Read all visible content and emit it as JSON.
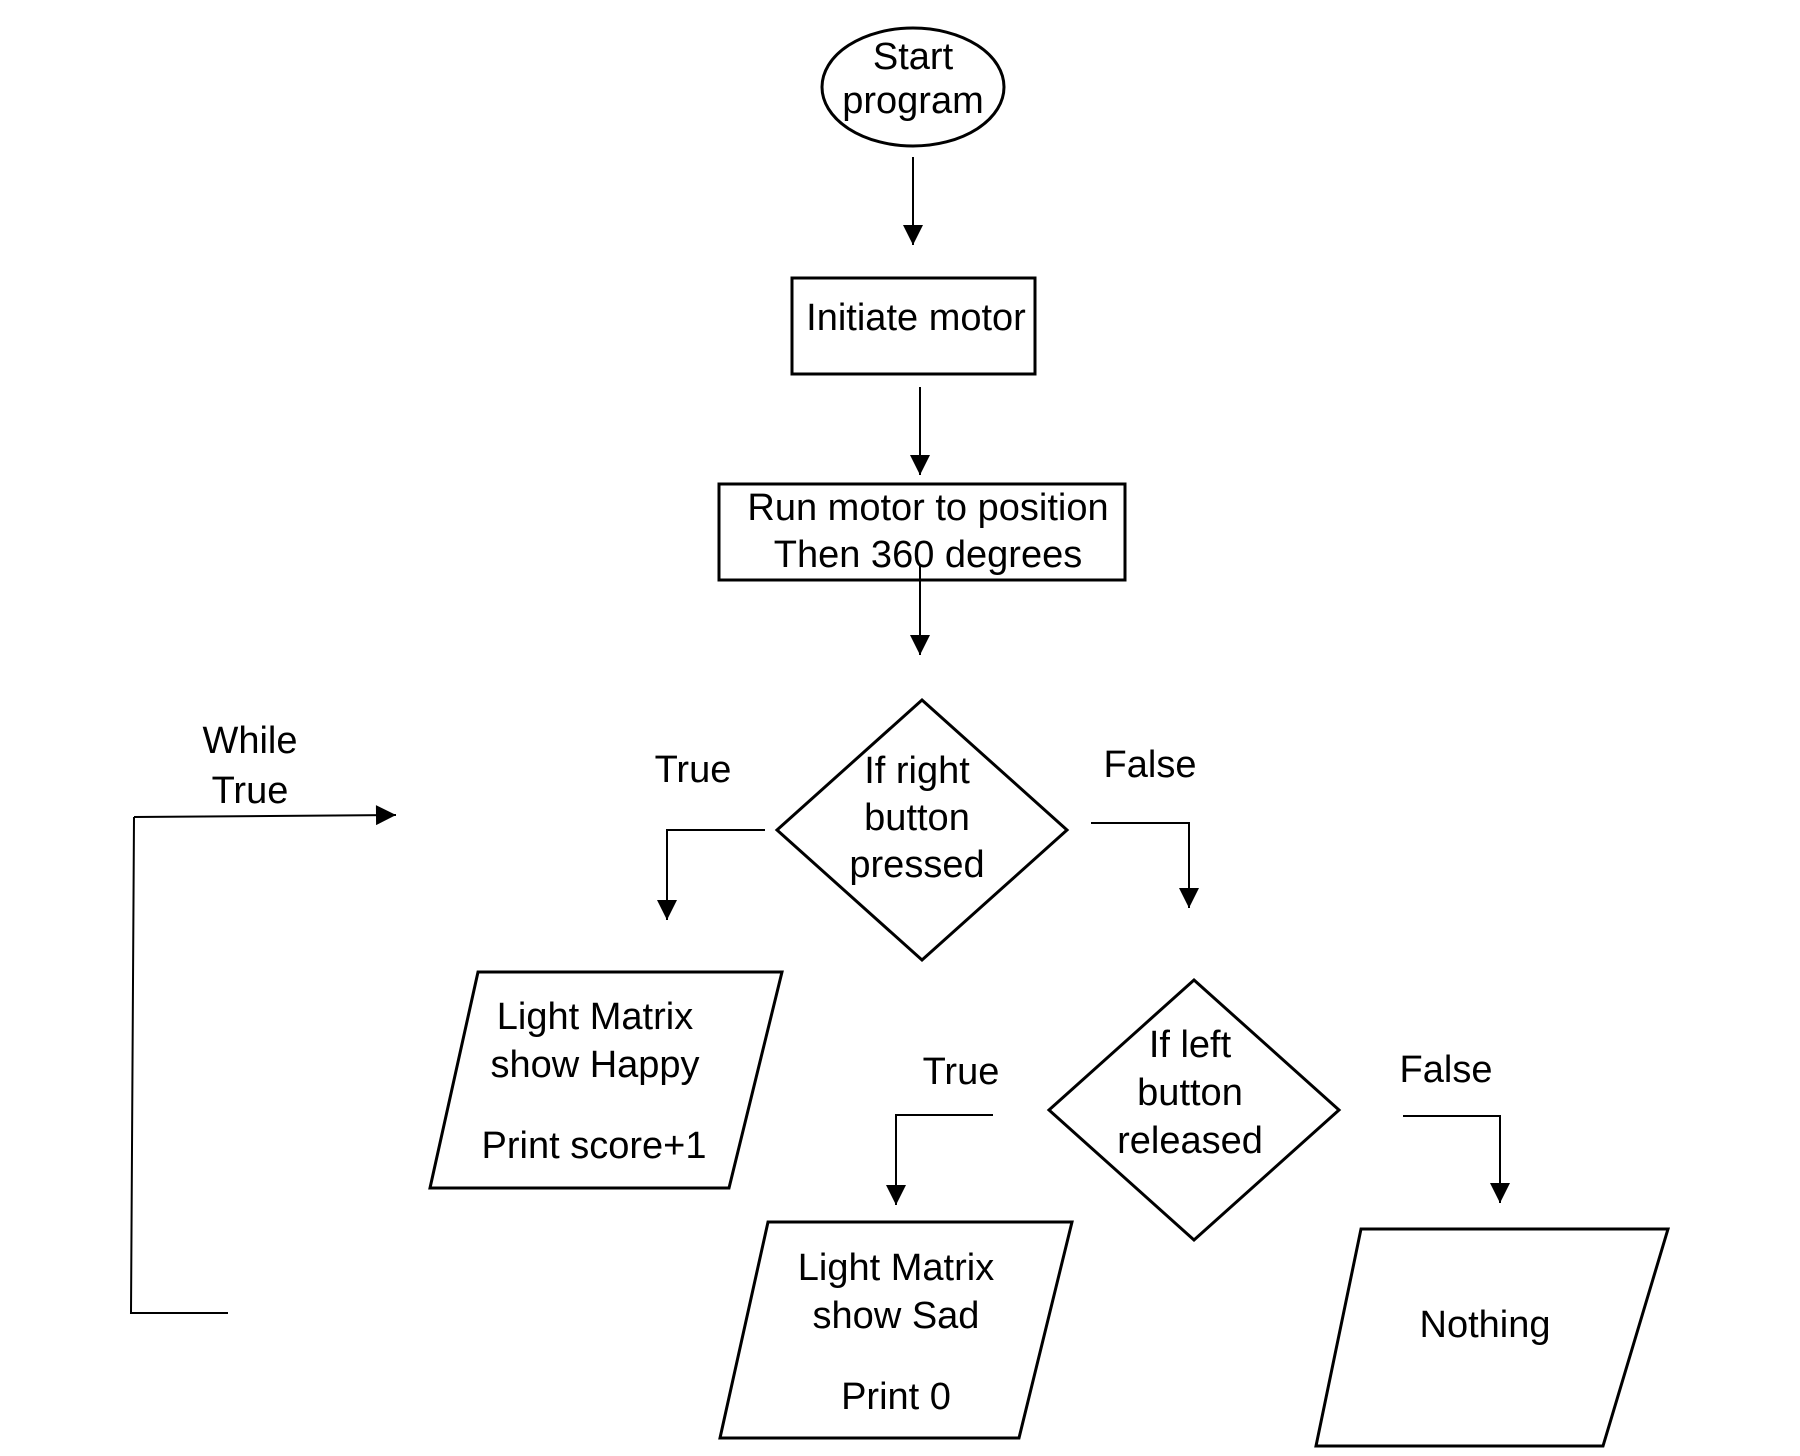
{
  "diagram": {
    "type": "flowchart",
    "colors": {
      "stroke": "#000000",
      "background": "#ffffff",
      "text": "#000000"
    },
    "nodes": {
      "start": {
        "shape": "ellipse",
        "lines": [
          "Start",
          "program"
        ]
      },
      "init_motor": {
        "shape": "rectangle",
        "lines": [
          "Initiate motor"
        ]
      },
      "run_motor": {
        "shape": "rectangle",
        "lines": [
          "Run motor to position",
          "Then 360 degrees"
        ]
      },
      "decision_right": {
        "shape": "diamond",
        "lines": [
          "If right",
          "button",
          "pressed"
        ]
      },
      "decision_left": {
        "shape": "diamond",
        "lines": [
          "If left",
          "button",
          "released"
        ]
      },
      "happy": {
        "shape": "parallelogram",
        "lines": [
          "Light Matrix",
          "show Happy",
          "Print score+1"
        ]
      },
      "sad": {
        "shape": "parallelogram",
        "lines": [
          "Light Matrix",
          "show Sad",
          "Print 0"
        ]
      },
      "nothing": {
        "shape": "parallelogram",
        "lines": [
          "Nothing"
        ]
      }
    },
    "edge_labels": {
      "loop": [
        "While",
        "True"
      ],
      "right_true": "True",
      "right_false": "False",
      "left_true": "True",
      "left_false": "False"
    },
    "edges": [
      {
        "from": "start",
        "to": "init_motor"
      },
      {
        "from": "init_motor",
        "to": "run_motor"
      },
      {
        "from": "run_motor",
        "to": "decision_right"
      },
      {
        "from": "decision_right",
        "to": "happy",
        "label": "True"
      },
      {
        "from": "decision_right",
        "to": "decision_left",
        "label": "False"
      },
      {
        "from": "decision_left",
        "to": "sad",
        "label": "True"
      },
      {
        "from": "decision_left",
        "to": "nothing",
        "label": "False"
      },
      {
        "from": "loop",
        "to": "decision_right",
        "label": "While True"
      }
    ]
  }
}
